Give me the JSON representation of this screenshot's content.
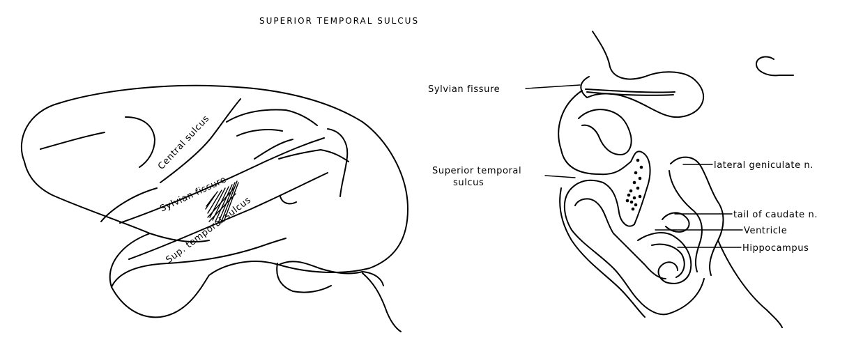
{
  "title": "SUPERIOR TEMPORAL SULCUS",
  "lateral_view": {
    "labels": {
      "central_sulcus": "Central sulcus",
      "sylvian_fissure": "Sylvian fissure",
      "sup_temporal_sulcus": "Sup. temporal sulcus"
    }
  },
  "coronal_section": {
    "labels": {
      "sylvian_fissure": "Sylvian fissure",
      "superior_temporal_line1": "Superior temporal",
      "superior_temporal_line2": "sulcus",
      "lateral_geniculate": "lateral geniculate n.",
      "tail_of_caudate": "tail of caudate n.",
      "ventricle": "Ventricle",
      "hippocampus": "Hippocampus"
    }
  }
}
